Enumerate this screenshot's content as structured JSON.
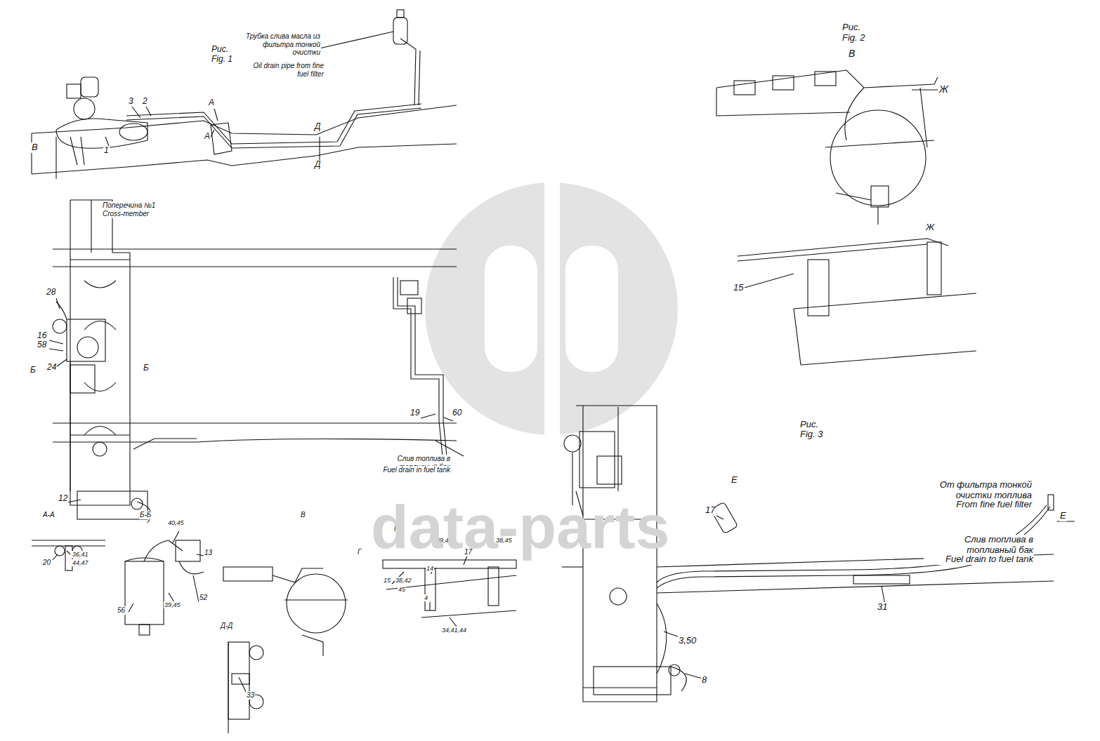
{
  "diagram": {
    "labels": [
      "Рис.",
      "Fig. 1",
      "Трубка слива масла из фильтра тонкой очистки",
      "Oil drain pipe from fine fuel filter",
      "3",
      "2",
      "А",
      "А",
      "Д",
      "Д",
      "В",
      "1",
      "Поперечина №1",
      "Cross-member",
      "28",
      "16",
      "58",
      "Б",
      "24",
      "Б",
      "19",
      "60",
      "Слив топлива в топливный бак",
      "Fuel drain in fuel tank",
      "12",
      "А-А",
      "20",
      "36,41",
      "44,47",
      "Б-Б",
      "40,45",
      "13",
      "56",
      "52",
      "39,45",
      "В",
      "Г",
      "Г",
      "39,45",
      "38,45",
      "17",
      "14",
      "15",
      "38,42",
      "45",
      "4",
      "34,41,44",
      "Д-Д",
      "33",
      "Рис.",
      "Fig. 2",
      "В",
      "Ж",
      "Ж",
      "15",
      "Рис.",
      "Fig. 3",
      "Е",
      "17",
      "От фильтра тонкой очистки топлива",
      "From fine fuel filter",
      "Е",
      "Слив топлива в топливный бак",
      "Fuel drain to fuel tank",
      "31",
      "3,50",
      "8",
      "data-parts"
    ]
  }
}
